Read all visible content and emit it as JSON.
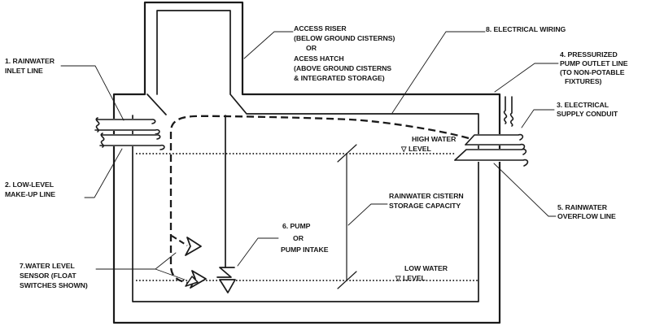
{
  "diagram": {
    "colors": {
      "ink": "#1a1a1a",
      "background": "#ffffff"
    },
    "labels": {
      "inlet": {
        "lines": [
          "1. RAINWATER",
          "INLET LINE"
        ]
      },
      "makeup": {
        "lines": [
          "2. LOW-LEVEL",
          "MAKE-UP LINE"
        ]
      },
      "sensor": {
        "lines": [
          "7.WATER LEVEL",
          "SENSOR (FLOAT",
          "SWITCHES SHOWN)"
        ]
      },
      "pump": {
        "lines": [
          "6. PUMP",
          "OR",
          "PUMP INTAKE"
        ]
      },
      "capacity": {
        "lines": [
          "RAINWATER CISTERN",
          "STORAGE CAPACITY"
        ]
      },
      "high_water": {
        "line1": "HIGH WATER",
        "line2": "LEVEL",
        "symbol": "▽"
      },
      "low_water": {
        "line1": "LOW WATER",
        "line2": "LEVEL",
        "symbol": "▽"
      },
      "wiring": {
        "lines": [
          "8. ELECTRICAL WIRING"
        ]
      },
      "outlet": {
        "lines": [
          "4. PRESSURIZED",
          "PUMP OUTLET LINE",
          "(TO NON-POTABLE",
          "FIXTURES)"
        ]
      },
      "conduit": {
        "lines": [
          "3. ELECTRICAL",
          "SUPPLY CONDUIT"
        ]
      },
      "overflow": {
        "lines": [
          "5. RAINWATER",
          "OVERFLOW LINE"
        ]
      },
      "access": {
        "lines": [
          "ACCESS RISER",
          "(BELOW GROUND CISTERNS)",
          "OR",
          "ACESS HATCH",
          "(ABOVE GROUND CISTERNS",
          "& INTEGRATED STORAGE)"
        ]
      }
    }
  }
}
